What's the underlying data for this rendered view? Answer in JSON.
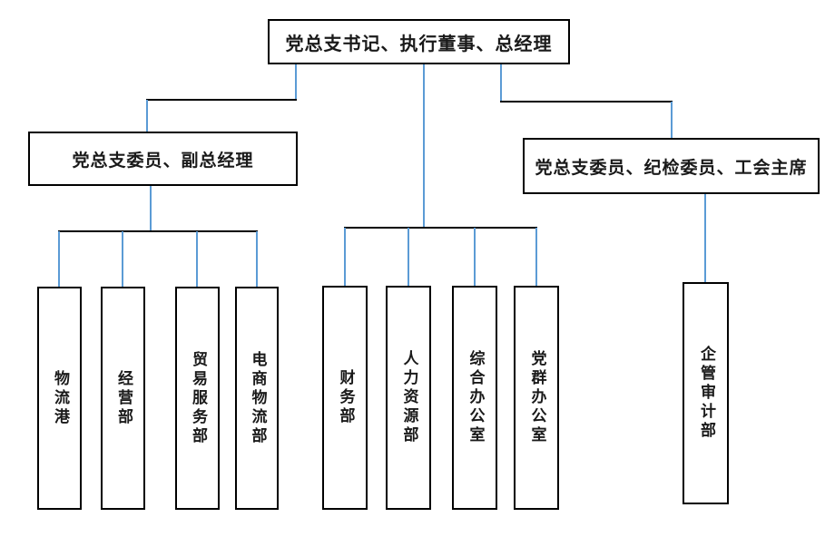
{
  "org_chart": {
    "root": {
      "label": "党总支书记、执行董事、总经理"
    },
    "left_branch": {
      "label": "党总支委员、副总经理",
      "departments": [
        {
          "label": "物流港"
        },
        {
          "label": "经营部"
        },
        {
          "label": "贸易服务部"
        },
        {
          "label": "电商物流部"
        }
      ]
    },
    "center_departments": [
      {
        "label": "财务部"
      },
      {
        "label": "人力资源部"
      },
      {
        "label": "综合办公室"
      },
      {
        "label": "党群办公室"
      }
    ],
    "right_branch": {
      "label": "党总支委员、纪检委员、工会主席",
      "departments": [
        {
          "label": "企管审计部"
        }
      ]
    },
    "colors": {
      "connector_blue": "#5b9bd5",
      "connector_dark": "#000000",
      "box_border": "#000000",
      "background": "#ffffff"
    }
  }
}
